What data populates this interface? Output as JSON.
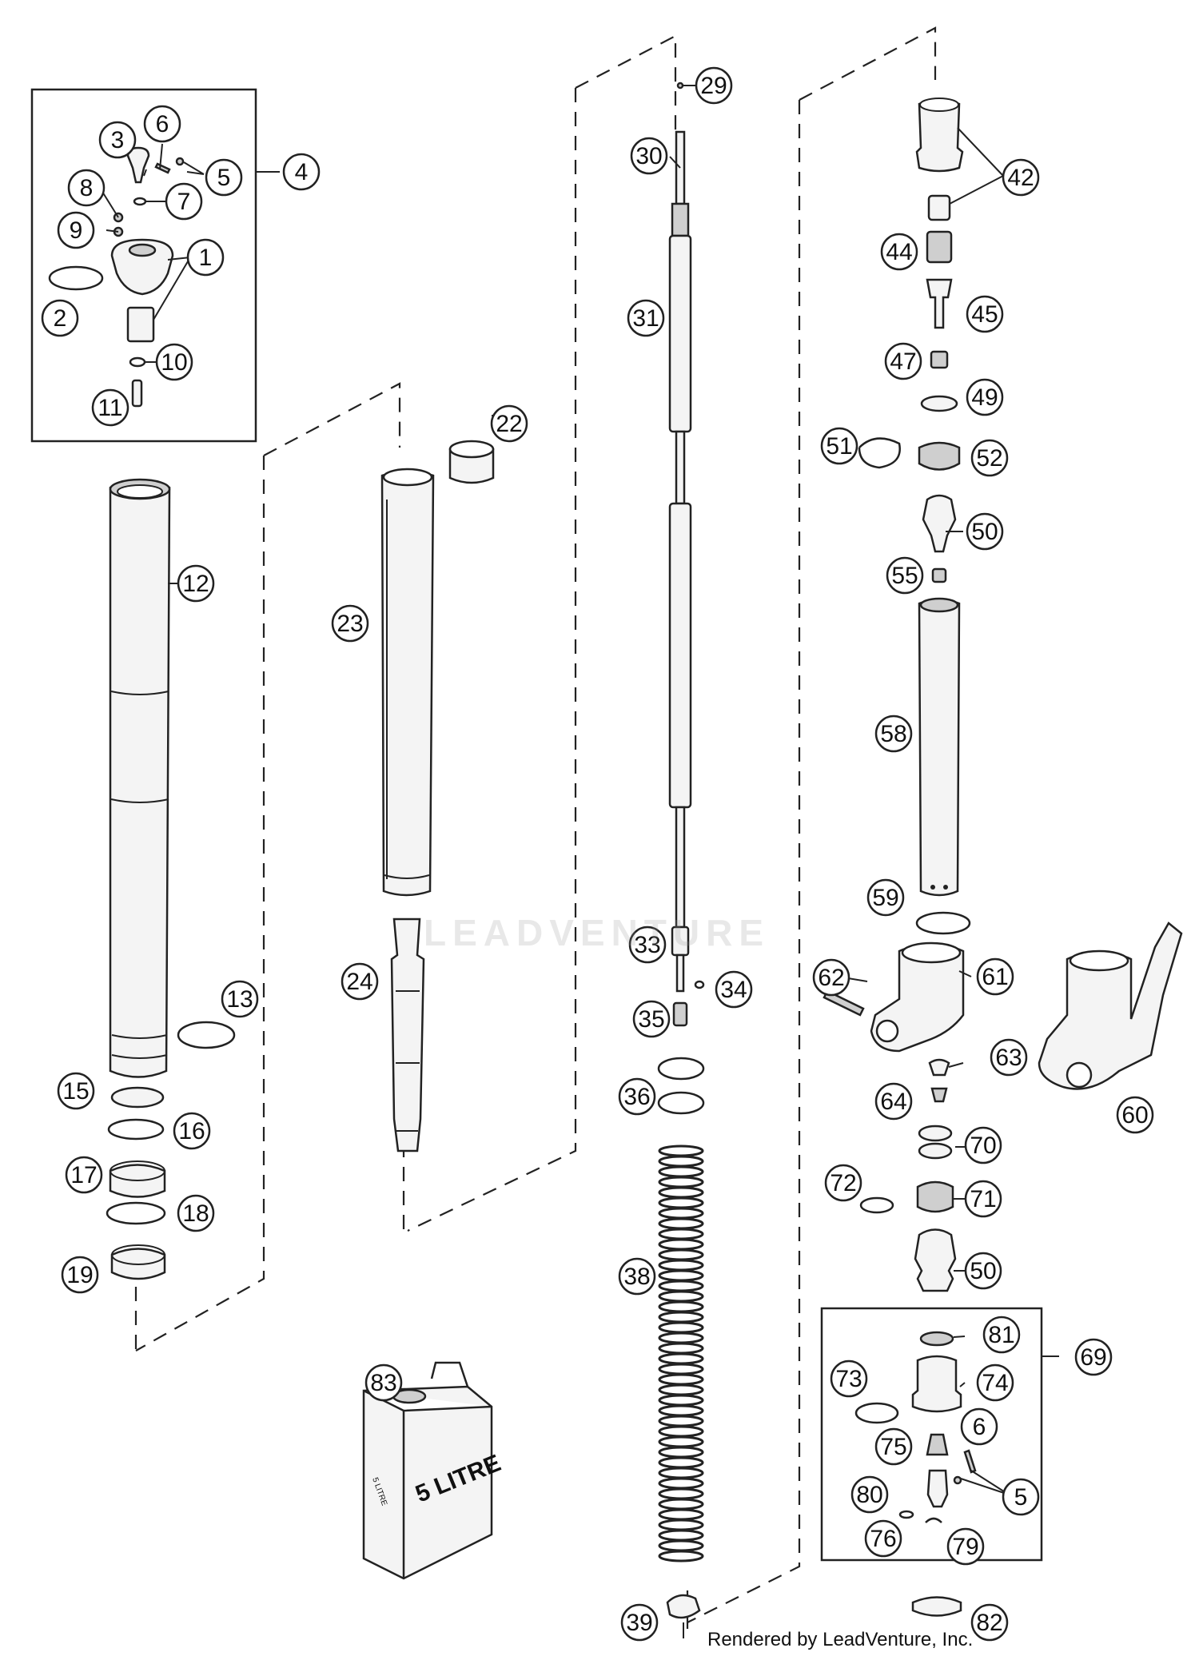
{
  "labels": {
    "c1": "1",
    "c2": "2",
    "c3": "3",
    "c4": "4",
    "c5a": "5",
    "c6a": "6",
    "c7": "7",
    "c8": "8",
    "c9": "9",
    "c10": "10",
    "c11": "11",
    "c12": "12",
    "c13": "13",
    "c15": "15",
    "c16": "16",
    "c17": "17",
    "c18": "18",
    "c19": "19",
    "c22": "22",
    "c23": "23",
    "c24": "24",
    "c29": "29",
    "c30": "30",
    "c31": "31",
    "c33": "33",
    "c34": "34",
    "c35": "35",
    "c36": "36",
    "c38": "38",
    "c39": "39",
    "c42": "42",
    "c44": "44",
    "c45": "45",
    "c47": "47",
    "c49": "49",
    "c50a": "50",
    "c51": "51",
    "c52": "52",
    "c55": "55",
    "c58": "58",
    "c59": "59",
    "c60": "60",
    "c61": "61",
    "c62": "62",
    "c63": "63",
    "c64": "64",
    "c50b": "50",
    "c69": "69",
    "c70": "70",
    "c71": "71",
    "c72": "72",
    "c73": "73",
    "c74": "74",
    "c75": "75",
    "c6b": "6",
    "c5b": "5",
    "c76": "76",
    "c79": "79",
    "c80": "80",
    "c81": "81",
    "c82": "82",
    "c83": "83"
  },
  "can_text": "5 LITRE",
  "can_side_text": "5 LITRE",
  "watermark": "LEADVENTURE",
  "footer_credit": "Rendered by LeadVenture, Inc."
}
